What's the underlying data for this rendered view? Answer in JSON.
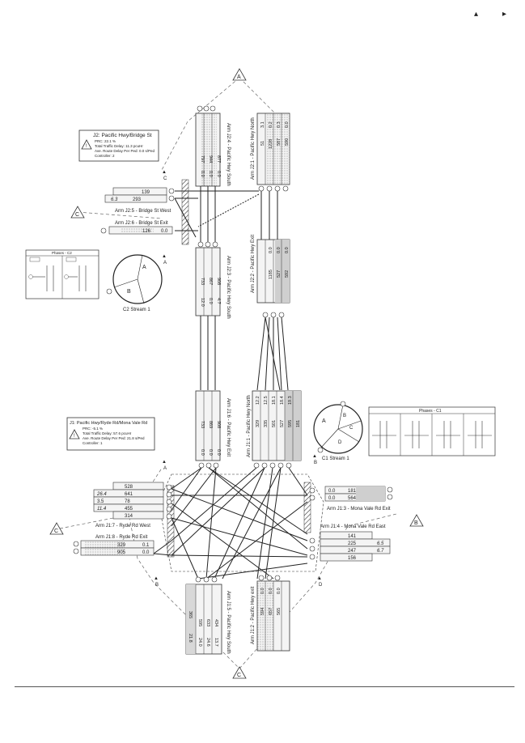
{
  "corner_marks": [
    "▴",
    "▸"
  ],
  "junction_j2": {
    "title": "J2: Pacific Hwy/Bridge St",
    "prc": "PRC: 22.1 %",
    "total_delay": "Total Traffic Delay: 11.3 pcuHr",
    "ped_delay": "Ave. Route Delay Per Ped: 0.0 s/Ped",
    "controller": "Controller: 2"
  },
  "junction_j1": {
    "title": "J1: Pacific Hwy/Ryde Rd/Mona Vale Rd",
    "prc": "PRC: -5.1 %",
    "total_delay": "Total Traffic Delay: 57.6 pcuHr",
    "ped_delay": "Ave. Route Delay Per Ped: 21.8 s/Ped",
    "controller": "Controller: 1"
  },
  "arms": {
    "j2_4": "Arm J2:4 - Pacific Hwy South",
    "j2_1": "Arm J2:1 - Pacific Hwy North",
    "j2_5": "Arm J2:5 - Bridge St West",
    "j2_6": "Arm J2:6 - Bridge St Exit",
    "j2_2": "Arm J2:2 - Pacific Hwy Exit",
    "j2_3": "Arm J2:3 - Pacific Hwy South",
    "j1_6": "Arm J1:6 - Pacific Hwy Exit",
    "j1_1": "Arm J1:1 - Pacific Hwy North",
    "j1_7": "Arm J1:7 - Ryde Rd West",
    "j1_8": "Arm J1:8 - Ryde Rd Exit",
    "j1_3": "Arm J1:3 - Mona Vale Rd Exit",
    "j1_4": "Arm J1:4 - Mona Vale Rd East",
    "j1_5": "Arm J1:5 - Pacific Hwy South",
    "j1_2": "Arm J1:2 - Pacific Hwy exit"
  },
  "values": {
    "j2_4_a": [
      "797",
      "0.0"
    ],
    "j2_4_b": [
      "944",
      "0.0"
    ],
    "j2_4_c": [
      "877",
      "0.0"
    ],
    "j2_1_a": [
      "51",
      "3.1"
    ],
    "j2_1_b": [
      "1228",
      "0.2"
    ],
    "j2_1_c": [
      "587",
      "0.3"
    ],
    "j2_1_d": [
      "590",
      "0.0"
    ],
    "j2_5_top": "139",
    "j2_5_bot_a": "6.3",
    "j2_5_bot_b": "293",
    "j2_6_a": "126",
    "j2_6_b": "0.0",
    "j2_2_a": [
      "1185",
      "0.0"
    ],
    "j2_2_b": [
      "527",
      "0.0"
    ],
    "j2_2_c": [
      "592",
      "0.0"
    ],
    "j2_3_a": [
      "733",
      "12.0"
    ],
    "j2_3_b": [
      "867",
      "0.0"
    ],
    "j2_3_c": [
      "908",
      "4.7"
    ],
    "j1_6_a": [
      "733",
      "0.0"
    ],
    "j1_6_b": [
      "869",
      "0.0"
    ],
    "j1_6_c": [
      "908",
      "0.0"
    ],
    "j1_1_a": [
      "329",
      "12.2"
    ],
    "j1_1_b": [
      "335",
      "12.5"
    ],
    "j1_1_c": [
      "501",
      "18.1"
    ],
    "j1_1_d": [
      "527",
      "18.4"
    ],
    "j1_1_e": [
      "595",
      "19.3"
    ],
    "j1_1_f": [
      "181",
      ""
    ],
    "j1_7_rows": [
      [
        "",
        "528"
      ],
      [
        "26.4",
        "641"
      ],
      [
        "3.5",
        "78"
      ],
      [
        "11.4",
        "455"
      ],
      [
        "",
        "314"
      ]
    ],
    "j1_8_rows": [
      [
        "329",
        "0.1"
      ],
      [
        "905",
        "0.0"
      ]
    ],
    "j1_3_rows": [
      [
        "0.0",
        "181"
      ],
      [
        "0.0",
        "564"
      ]
    ],
    "j1_4_rows": [
      [
        "141",
        ""
      ],
      [
        "225",
        "6.5"
      ],
      [
        "247",
        "6.7"
      ],
      [
        "156",
        ""
      ]
    ],
    "j1_5_a": [
      "365",
      "21.8"
    ],
    "j1_5_b": [
      "595",
      "24.0"
    ],
    "j1_5_c": [
      "633",
      "24.6"
    ],
    "j1_5_d": [
      "434",
      "13.7"
    ],
    "j1_2_a": [
      "594",
      "0.0"
    ],
    "j1_2_b": [
      "657",
      "0.0"
    ],
    "j1_2_c": [
      "565",
      "0.0"
    ]
  },
  "stream_c2": {
    "label": "C2 Stream 1",
    "A": "A",
    "B": "B"
  },
  "stream_c1": {
    "label": "C1 Stream 1",
    "A": "A",
    "B": "B",
    "C": "C",
    "D": "D"
  },
  "phases_c2": {
    "title": "Phases - C2"
  },
  "phases_c1": {
    "title": "Phases - C1"
  },
  "markers": {
    "A": "A",
    "B": "B",
    "C": "C",
    "D": "D"
  },
  "colors": {
    "line": "#222222",
    "box_fill": "#f4f4f4",
    "shade": "#bdbdbd"
  }
}
